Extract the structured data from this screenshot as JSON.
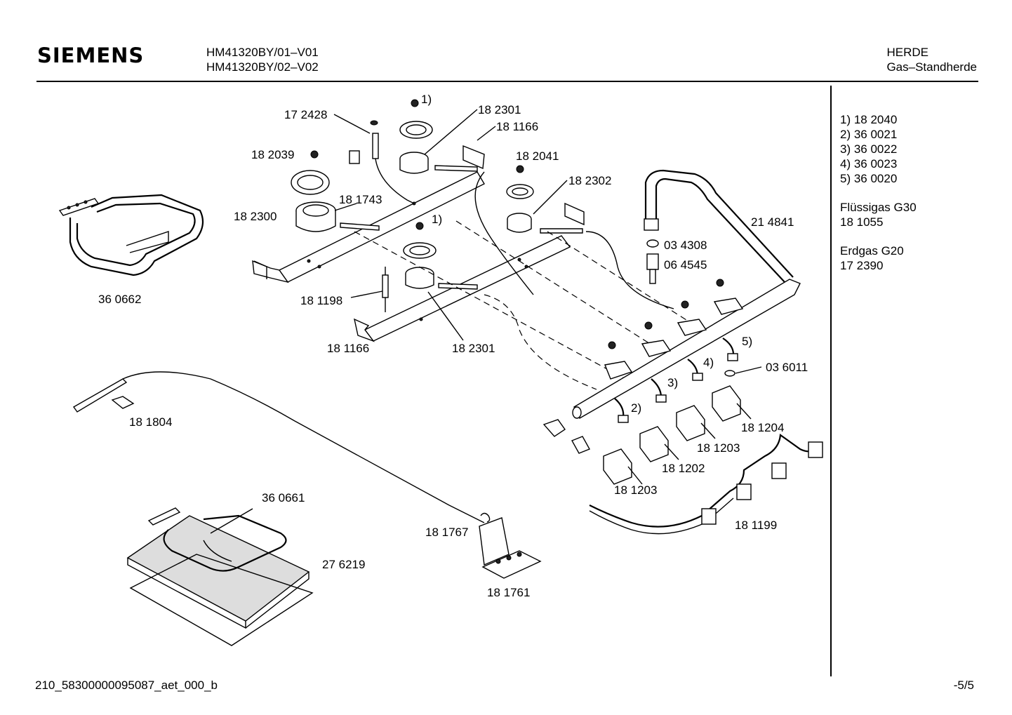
{
  "header": {
    "brand": "SIEMENS",
    "model_line1": "HM41320BY/01–V01",
    "model_line2": "HM41320BY/02–V02",
    "category": "HERDE",
    "subcategory": "Gas–Standherde"
  },
  "legend": {
    "items": [
      "1) 18 2040",
      "2) 36 0021",
      "3) 36 0022",
      "4) 36 0023",
      "5) 36 0020"
    ],
    "gas_lpg_label": "Flüssigas G30",
    "gas_lpg_part": "18 1055",
    "gas_nat_label": "Erdgas G20",
    "gas_nat_part": "17 2390"
  },
  "parts": {
    "p172428": "17 2428",
    "p182301a": "18 2301",
    "p181166a": "18 1166",
    "p182039": "18 2039",
    "p182041": "18 2041",
    "p182302": "18 2302",
    "p181743": "18 1743",
    "p182300": "18 2300",
    "p214841": "21 4841",
    "p034308": "03 4308",
    "p064545": "06 4545",
    "p360662": "36 0662",
    "p181198": "18 1198",
    "p181166b": "18 1166",
    "p182301b": "18 2301",
    "p036011": "03 6011",
    "p181804": "18 1804",
    "p181204": "18 1204",
    "p181203a": "18 1203",
    "p181202": "18 1202",
    "p181203b": "18 1203",
    "p360661": "36 0661",
    "p276219": "27 6219",
    "p181767": "18 1767",
    "p181199": "18 1199",
    "p181761": "18 1761",
    "note1a": "1)",
    "note1b": "1)",
    "note2": "2)",
    "note3": "3)",
    "note4": "4)",
    "note5": "5)"
  },
  "footer": {
    "doc_id": "210_58300000095087_aet_000_b",
    "page": "-5/5"
  }
}
